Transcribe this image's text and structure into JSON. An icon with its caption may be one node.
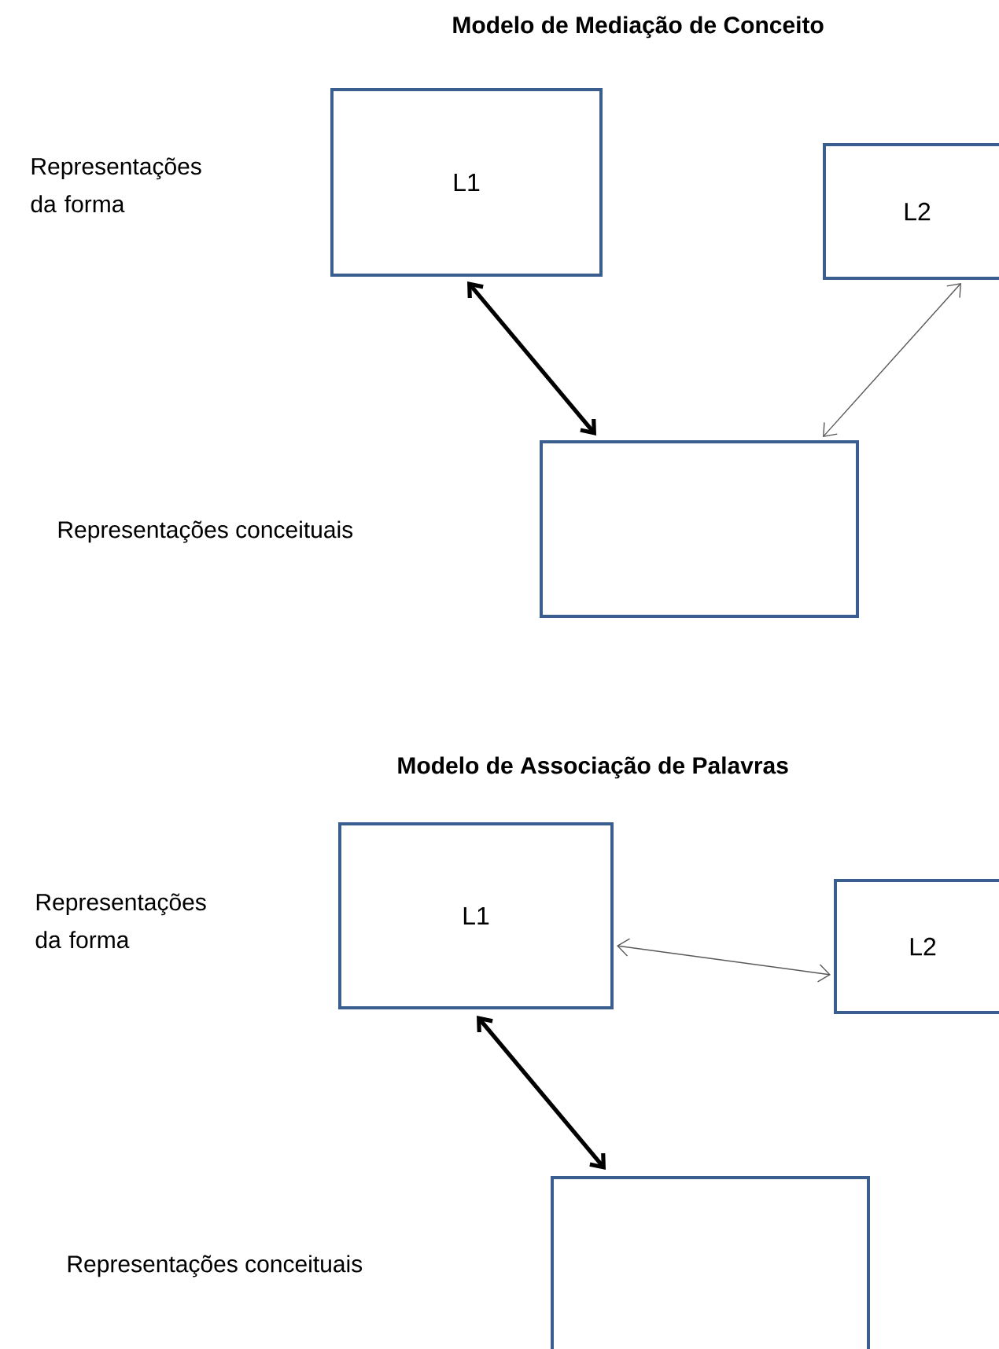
{
  "diagram": {
    "nodes": [
      {
        "text": [
          "L1"
        ]
      },
      {
        "text": [
          "L2"
        ]
      },
      {
        "text": [],
        "shape": "box"
      },
      {
        "text": [
          "L1"
        ]
      },
      {
        "text": [
          "L2"
        ]
      },
      {
        "text": [],
        "shape": "box"
      }
    ],
    "edges": [
      {
        "from": 0,
        "to": 2,
        "arrow": "both",
        "style": "thick"
      },
      {
        "from": 1,
        "to": 2,
        "arrow": "both"
      },
      {
        "from": 3,
        "to": 4,
        "arrow": "both"
      },
      {
        "from": 3,
        "to": 5,
        "arrow": "both",
        "style": "thick"
      }
    ],
    "labels": [
      "Modelo de Mediação de Conceito",
      "Representações da forma",
      "Representações conceituais",
      "Modelo de Associação de Palavras",
      "Representações da forma",
      "Representações conceituais"
    ]
  }
}
